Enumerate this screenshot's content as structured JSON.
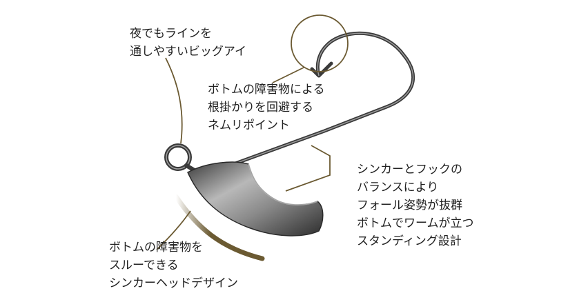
{
  "callouts": {
    "eye": {
      "lines": [
        "夜でもラインを",
        "通しやすいビッグアイ"
      ]
    },
    "point": {
      "lines": [
        "ボトムの障害物による",
        "根掛かりを回避する",
        "ネムリポイント"
      ]
    },
    "balance": {
      "lines": [
        "シンカーとフックの",
        "バランスにより",
        "フォール姿勢が抜群",
        "ボトムでワームが立つ",
        "スタンディング設計"
      ]
    },
    "head": {
      "lines": [
        "ボトムの障害物を",
        "スルーできる",
        "シンカーヘッドデザイン"
      ]
    }
  },
  "colors": {
    "text": "#222222",
    "leader": "#6b5a32",
    "arc": "#6b5a32",
    "hook_wire": "#3a3a3a",
    "sinker": "#8a8a8a"
  }
}
